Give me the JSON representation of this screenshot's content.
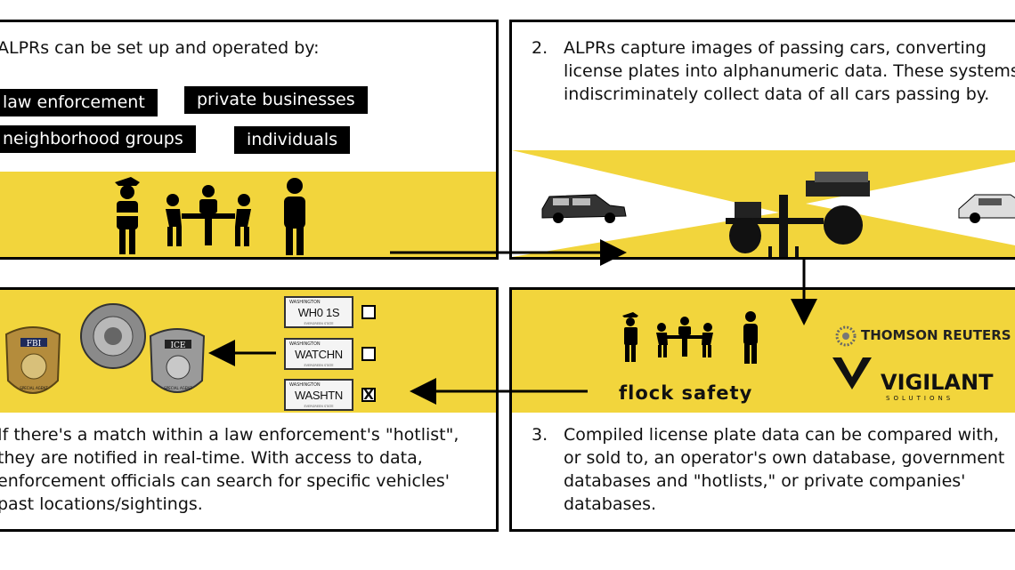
{
  "panel1": {
    "heading": "ALPRs can be set up and operated by:",
    "tags": [
      "law enforcement",
      "private businesses",
      "neighborhood groups",
      "individuals"
    ]
  },
  "panel2": {
    "number": "2.",
    "lines": [
      "ALPRs capture images of passing cars, converting",
      "license plates into alphanumeric data. These systems",
      "indiscriminately collect data of all cars passing by."
    ]
  },
  "panel3": {
    "plates": [
      {
        "state": "WASHINGTON",
        "number": "WH0 1S",
        "footer": "EVERGREEN STATE",
        "checked": false
      },
      {
        "state": "WASHINGTON",
        "number": "WATCHN",
        "footer": "EVERGREEN STATE",
        "checked": false
      },
      {
        "state": "WASHINGTON",
        "number": "WASHTN",
        "footer": "EVERGREEN STATE",
        "checked": true
      }
    ],
    "check_mark": "X",
    "badges": {
      "fbi": "FBI",
      "ice": "ICE",
      "special_agent": "SPECIAL AGENT"
    },
    "lines": [
      "If there's a match within a law enforcement's \"hotlist\",",
      "they are notified in real-time. With access to data,",
      "enforcement officials can search for specific vehicles'",
      "past locations/sightings."
    ]
  },
  "panel4": {
    "number": "3.",
    "lines": [
      "Compiled license plate data can be compared with,",
      "or sold to, an operator's own database, government",
      "databases and \"hotlists,\" or private companies'",
      "databases."
    ],
    "logos": {
      "flock": "flock safety",
      "thomson": "THOMSON REUTERS",
      "vigilant": "VIGILANT",
      "vigilant_sub": "SOLUTIONS"
    }
  },
  "colors": {
    "accent_yellow": "#f2d53c",
    "ink": "#000000"
  }
}
